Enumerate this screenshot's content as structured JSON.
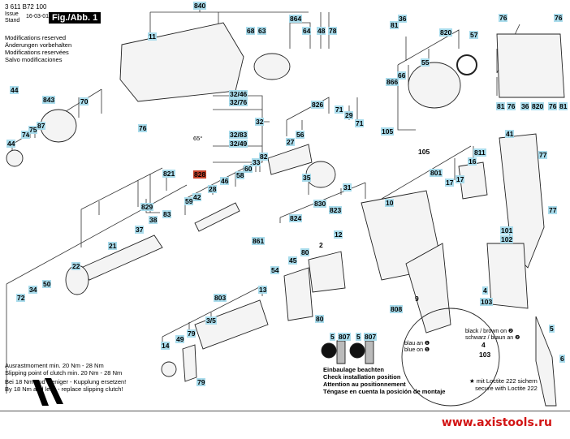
{
  "header": {
    "part_number": "3 611 B72 100",
    "issue_label_en": "Issue",
    "issue_label_de": "Stand",
    "issue_date": "16-03-01",
    "figure_label": "Fig./Abb. 1",
    "modifications": [
      "Modifications reserved",
      "Änderungen vorbehalten",
      "Modifications reservées",
      "Salvo modificaciones"
    ]
  },
  "callouts": {
    "840": "840",
    "864": "864",
    "68": "68",
    "63": "63",
    "64": "64",
    "48": "48",
    "78": "78",
    "11": "11",
    "44a": "44",
    "843": "843",
    "70": "70",
    "74": "74",
    "75": "75",
    "87": "87",
    "44b": "44",
    "76a": "76",
    "32_46": "32/46",
    "32_76": "32/76",
    "32": "32",
    "32_83": "32/83",
    "32_49": "32/49",
    "angle": "65°",
    "81a": "81",
    "36a": "36",
    "820a": "820",
    "57": "57",
    "55": "55",
    "66": "66",
    "866": "866",
    "76t1": "76",
    "76t2": "76",
    "81b": "81",
    "76b1": "76",
    "36b": "36",
    "820b": "820",
    "76b2": "76",
    "81c": "81",
    "826": "826",
    "71a": "71",
    "29": "29",
    "71b": "71",
    "27": "27",
    "56": "56",
    "105a": "105",
    "105b": "105",
    "821": "821",
    "828": "828",
    "829": "829",
    "83": "83",
    "38": "38",
    "37": "37",
    "21": "21",
    "22": "22",
    "72": "72",
    "34": "34",
    "50": "50",
    "59": "59",
    "42": "42",
    "28": "28",
    "46": "46",
    "58": "58",
    "60": "60",
    "33": "33",
    "82": "82",
    "35": "35",
    "31": "31",
    "830": "830",
    "823": "823",
    "824": "824",
    "861": "861",
    "10": "10",
    "12": "12",
    "2": "2",
    "80a": "80",
    "80b": "80",
    "45": "45",
    "54": "54",
    "13": "13",
    "803": "803",
    "3_5": "3/5",
    "79a": "79",
    "79b": "79",
    "49": "49",
    "14": "14",
    "808": "808",
    "9": "9",
    "41": "41",
    "77a": "77",
    "77b": "77",
    "811": "811",
    "16": "16",
    "801": "801",
    "17a": "17",
    "17b": "17",
    "101": "101",
    "102": "102",
    "4a": "4",
    "103a": "103",
    "4b": "4",
    "103b": "103",
    "5a": "5",
    "6": "6",
    "5b": "5",
    "807a": "807",
    "5c": "5",
    "807b": "807"
  },
  "notes": {
    "clutch": [
      "Ausrastmoment min. 20 Nm - 28 Nm",
      "Slipping point of clutch min. 20 Nm - 28 Nm",
      "Bei 18 Nm und weniger - Kupplung ersetzen!",
      "By 18 Nm and less - replace slipping clutch!"
    ],
    "installation": [
      "Einbaulage beachten",
      "Check installation position",
      "Attention au positionnement",
      "Téngase en cuenta la posición de montaje"
    ],
    "wiring": {
      "blue_de": "blau an ❶",
      "blue_en": "blue on ❶",
      "black_en": "black / brown on ❷",
      "black_de": "schwarz / braun an ❷"
    },
    "loctite": [
      "★ mit Loctite 222 sichern",
      "secure with Loctite 222"
    ]
  },
  "footer": {
    "url": "www.axistools.ru",
    "url_color": "#d21414"
  },
  "colors": {
    "callout_bg": "#a9dcec",
    "callout_highlight": "#c9432b"
  }
}
